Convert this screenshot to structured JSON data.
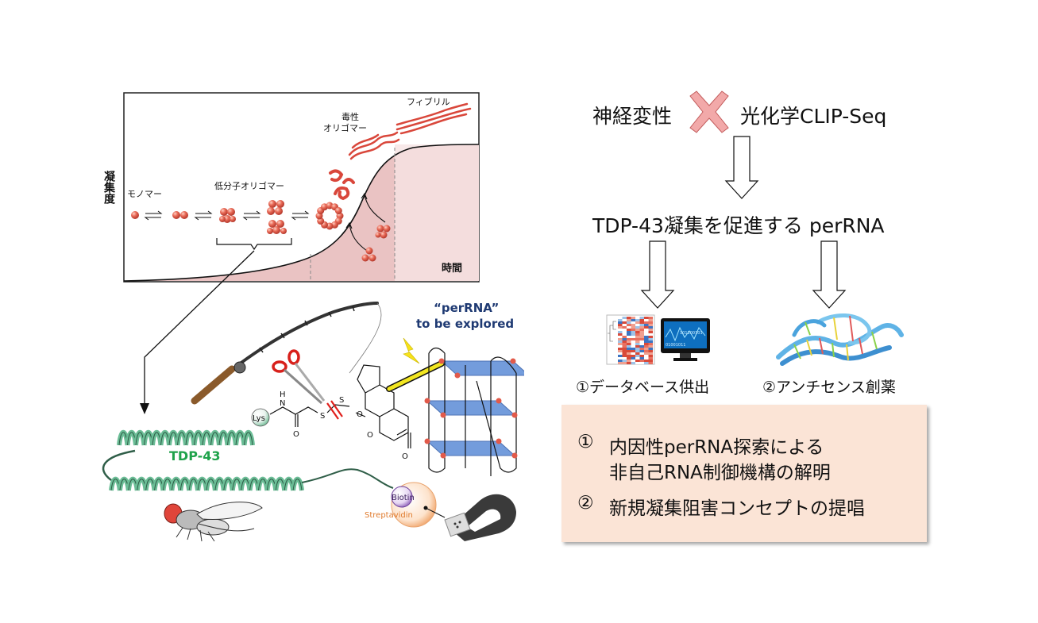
{
  "left_graph": {
    "y_axis_label": "凝集度",
    "x_axis_label": "時間",
    "monomer_label": "モノマー",
    "low_oligomer_label": "低分子オリゴマー",
    "toxic_oligomer_label": "毒性\nオリゴマー",
    "fibril_label": "フィブリル"
  },
  "probe": {
    "lys_label": "Lys",
    "tdp_label": "TDP-43",
    "amide_h": "H",
    "amide_n": "N",
    "carbonyl_o": "O",
    "sulfur_1": "S",
    "sulfur_2": "S",
    "ether_o": "O",
    "lactone_o": "O",
    "keto_o": "O",
    "biotin_label": "Biotin",
    "streptavidin_label": "Streptavidin",
    "perrna_title": "“perRNA”",
    "perrna_sub": "to be explored"
  },
  "flow": {
    "top_left": "神経変性",
    "top_right": "光化学CLIP-Seq",
    "middle": "TDP-43凝集を促進する perRNA",
    "branch_1": "①データベース供出",
    "branch_2": "②アンチセンス創薬",
    "monitor_text_1": "01001011",
    "monitor_text_2": "101100101"
  },
  "summary": {
    "item1_num": "①",
    "item1_line1": "内因性perRNA探索による",
    "item1_line2": "非自己RNA制御機構の解明",
    "item2_num": "②",
    "item2_line1": "新規凝集阻害コンセプトの提唱"
  },
  "colors": {
    "sphere": "#e25a4a",
    "fibril": "#d9473b",
    "graph_fill": "#eac3c3",
    "helix": "#6bbd96",
    "tdp_text": "#1ea24a",
    "perrna_text": "#1f3a73",
    "plane": "#5b8bd6",
    "cross": "#f2a9a9",
    "summary_bg": "#fbe4d6"
  }
}
